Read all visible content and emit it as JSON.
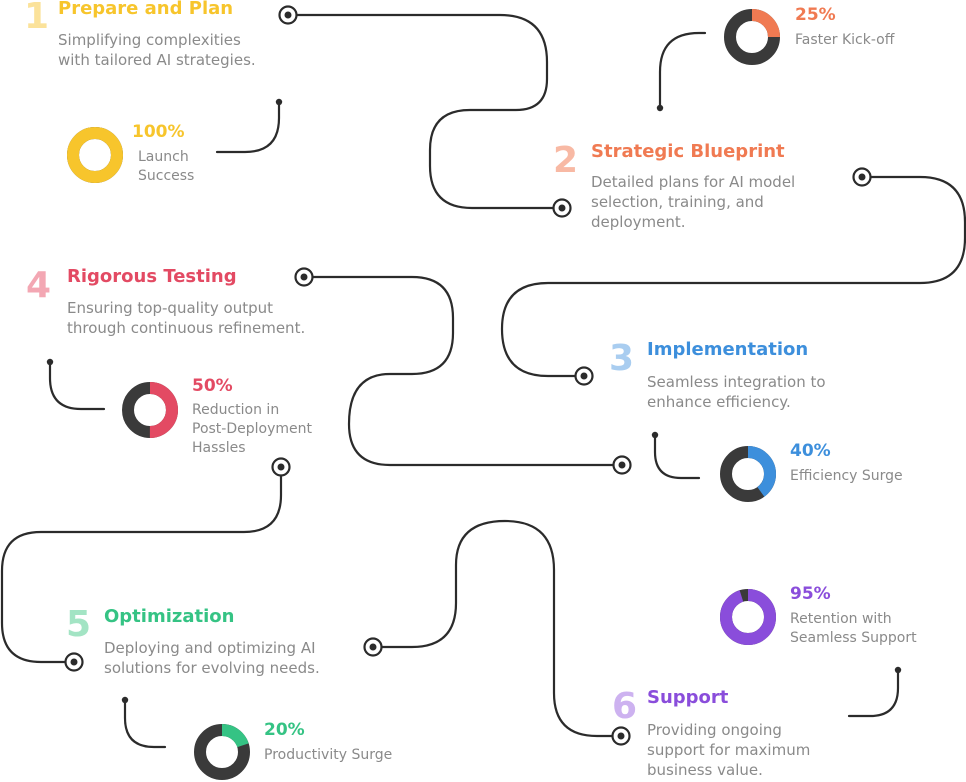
{
  "colors": {
    "line": "#2b2b2b",
    "ring_dark": "#3a3a3a",
    "text_muted": "#8a8a8a"
  },
  "steps": [
    {
      "number": "1",
      "title": "Prepare and Plan",
      "color": "#f7c52c",
      "number_color": "#fbe29a",
      "description": [
        "Simplifying complexities",
        "with tailored AI strategies."
      ],
      "stat": {
        "value": "100%",
        "fraction": 1.0,
        "label": [
          "Launch",
          "Success"
        ]
      }
    },
    {
      "number": "2",
      "title": "Strategic Blueprint",
      "color": "#f07a52",
      "number_color": "#f8b9a4",
      "description": [
        "Detailed plans for AI model",
        "selection, training, and",
        "deployment."
      ],
      "stat": {
        "value": "25%",
        "fraction": 0.25,
        "label": [
          "Faster Kick-off"
        ]
      }
    },
    {
      "number": "3",
      "title": "Implementation",
      "color": "#3d8fdc",
      "number_color": "#a9cdf0",
      "description": [
        "Seamless integration to",
        "enhance efficiency."
      ],
      "stat": {
        "value": "40%",
        "fraction": 0.4,
        "label": [
          "Efficiency Surge"
        ]
      }
    },
    {
      "number": "4",
      "title": "Rigorous Testing",
      "color": "#e34a63",
      "number_color": "#f3a7b3",
      "description": [
        "Ensuring top-quality output",
        "through continuous refinement."
      ],
      "stat": {
        "value": "50%",
        "fraction": 0.5,
        "label": [
          "Reduction in",
          "Post-Deployment",
          "Hassles"
        ]
      }
    },
    {
      "number": "5",
      "title": "Optimization",
      "color": "#35c384",
      "number_color": "#a3e4c4",
      "description": [
        "Deploying and optimizing AI",
        "solutions for evolving needs."
      ],
      "stat": {
        "value": "20%",
        "fraction": 0.2,
        "label": [
          "Productivity Surge"
        ]
      }
    },
    {
      "number": "6",
      "title": "Support",
      "color": "#8a4ddb",
      "number_color": "#cdb2f0",
      "description": [
        "Providing ongoing",
        "support for maximum",
        "business value."
      ],
      "stat": {
        "value": "95%",
        "fraction": 0.95,
        "label": [
          "Retention with",
          "Seamless Support"
        ]
      }
    }
  ]
}
